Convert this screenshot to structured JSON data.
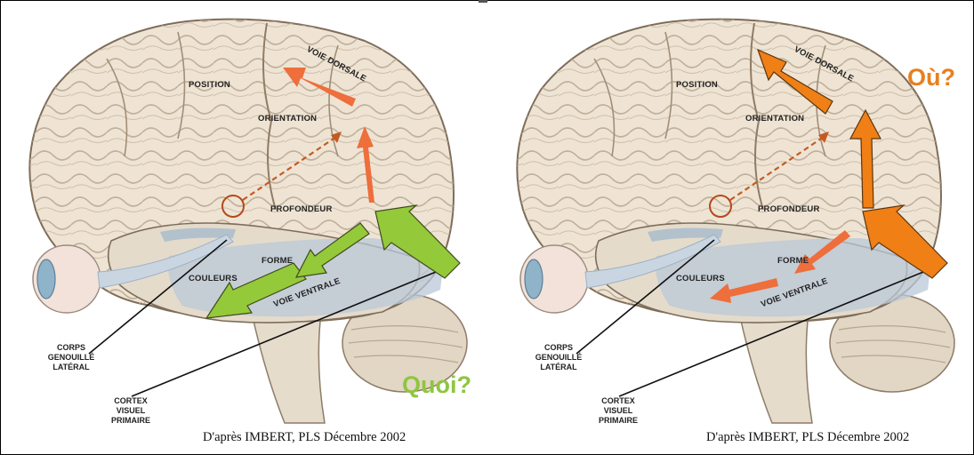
{
  "colors": {
    "green_arrow": "#94c93a",
    "orange_arrow": "#f07f15",
    "red_arrow": "#ee6e3c",
    "quoi_text": "#8ec63f",
    "ou_text": "#e8801d"
  },
  "left_panel": {
    "labels": {
      "position": "POSITION",
      "voie_dorsale": "VOIE DORSALE",
      "orientation": "ORIENTATION",
      "profondeur": "PROFONDEUR",
      "forme": "FORME",
      "couleurs": "COULEURS",
      "voie_ventrale": "VOIE VENTRALE"
    },
    "corps_lines": [
      "CORPS",
      "GENOUILLÉ",
      "LATÉRAL"
    ],
    "cortex_lines": [
      "CORTEX",
      "VISUEL",
      "PRIMAIRE"
    ],
    "question": "Quoi?",
    "credit": "D'après IMBERT, PLS Décembre 2002"
  },
  "right_panel": {
    "labels": {
      "position": "POSITION",
      "voie_dorsale": "VOIE DORSALE",
      "orientation": "ORIENTATION",
      "profondeur": "PROFONDEUR",
      "forme": "FORME",
      "couleurs": "COULEURS",
      "voie_ventrale": "VOIE VENTRALE"
    },
    "corps_lines": [
      "CORPS",
      "GENOUILLÉ",
      "LATÉRAL"
    ],
    "cortex_lines": [
      "CORTEX",
      "VISUEL",
      "PRIMAIRE"
    ],
    "question": "Où?",
    "credit": "D'après IMBERT, PLS Décembre 2002"
  }
}
